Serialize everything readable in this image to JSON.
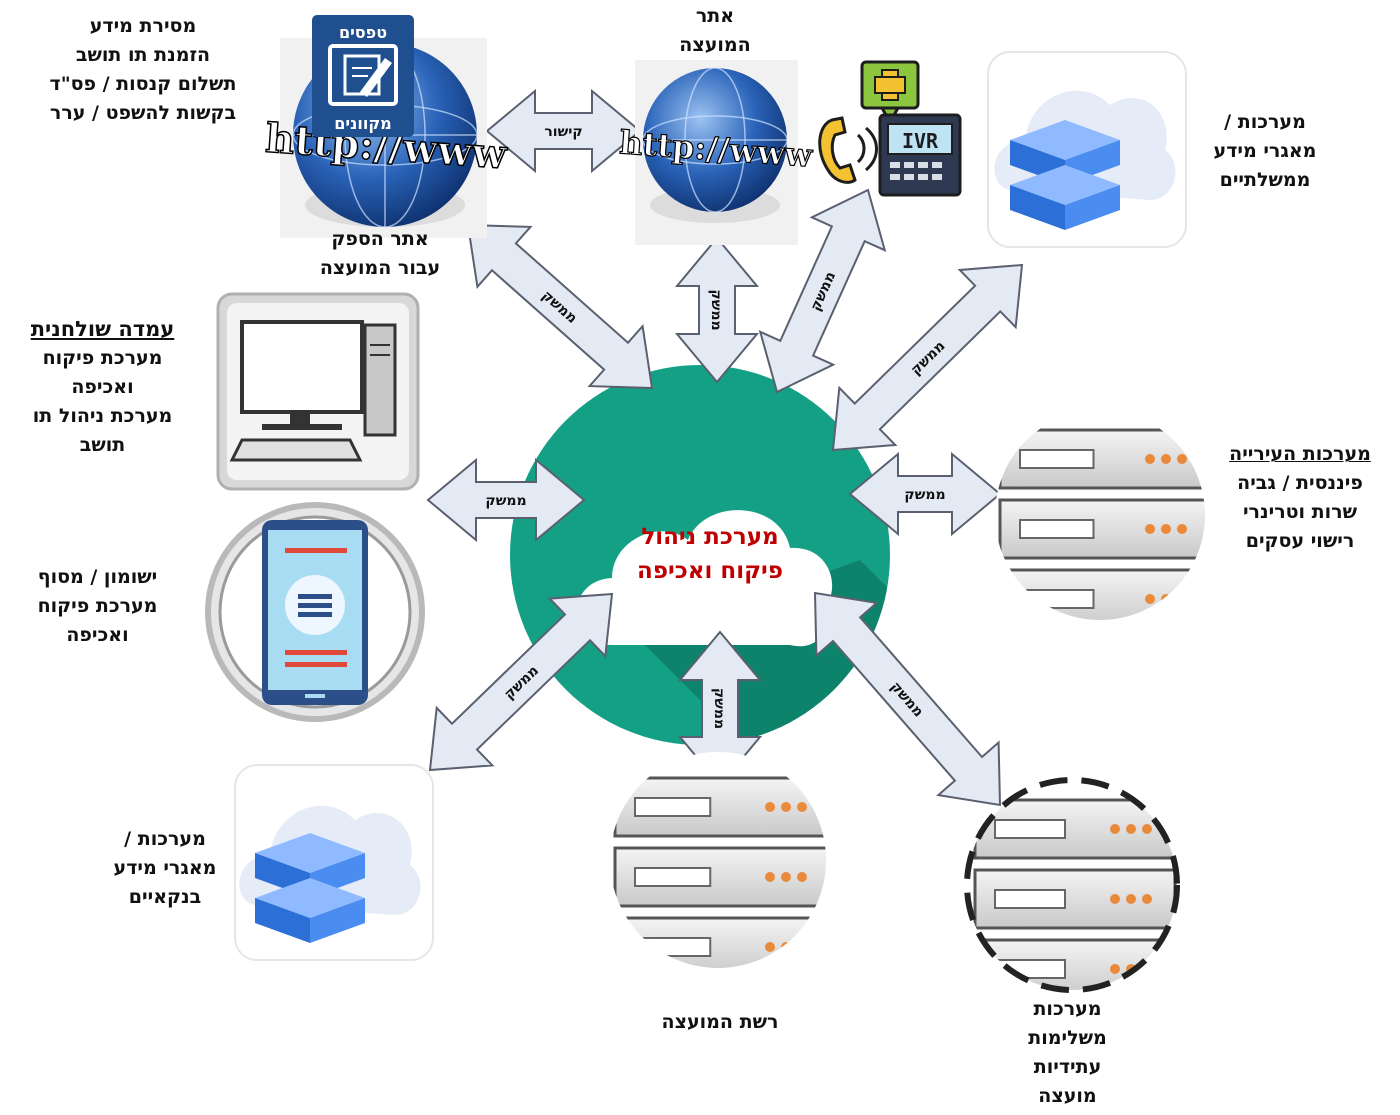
{
  "center": {
    "line1": "מערכת ניהול",
    "line2": "פיקוח ואכיפה"
  },
  "nodes": {
    "forms_site": {
      "badge_top": "טפסים",
      "badge_bottom": "מקוונים",
      "url_text": "http://www"
    },
    "council_site_icon": {
      "url_text": "http://www"
    },
    "ivr": {
      "label": "IVR"
    }
  },
  "labels": {
    "info_delivery": [
      "מסירת מידע",
      "הזמנת תו תושב",
      "תשלום קנסות / פס\"ד",
      "בקשות להשפט / ערר"
    ],
    "council_site": [
      "אתר",
      "המועצה"
    ],
    "vendor_site": [
      "אתר הספק",
      "עבור המועצה"
    ],
    "gov_systems": [
      "מערכות /",
      "מאגרי מידע",
      "ממשלתיים"
    ],
    "desktop_title": "עמדה שולחנית",
    "desktop_lines": [
      "מערכת פיקוח",
      "ואכיפה",
      "מערכת ניהול תו",
      "תושב"
    ],
    "mobile": [
      "ישומון / מסוף",
      "מערכת פיקוח",
      "ואכיפה"
    ],
    "city_title": "מערכות העירייה",
    "city_lines": [
      "פיננסית / גביה",
      "שרות וטרינרי",
      "רישוי עסקים"
    ],
    "bank_systems": [
      "מערכות /",
      "מאגרי מידע",
      "בנקאיים"
    ],
    "council_network": "רשת המועצה",
    "future_systems": [
      "מערכות",
      "משלימות",
      "עתידיות",
      "מועצה"
    ]
  },
  "arrow_labels": {
    "link": "קישור",
    "interface": "ממשק"
  },
  "colors": {
    "center_circle": "#13a085",
    "center_shadow": "#0e7f69",
    "center_text": "#c00000",
    "arrow_fill": "#e4eaf4",
    "arrow_stroke": "#5a6070",
    "globe": "#2a63b8",
    "badge": "#1f4f8f",
    "ivr_accent": "#f2c230",
    "ivr_green": "#8cc63f",
    "server_dots": "#e88a3a",
    "db_blue": "#3d84e6"
  },
  "icons": [
    "globe-icon",
    "forms-icon",
    "ivr-phone-icon",
    "cloud-database-icon",
    "desktop-computer-icon",
    "mobile-phone-icon",
    "server-rack-icon",
    "cloud-icon"
  ]
}
